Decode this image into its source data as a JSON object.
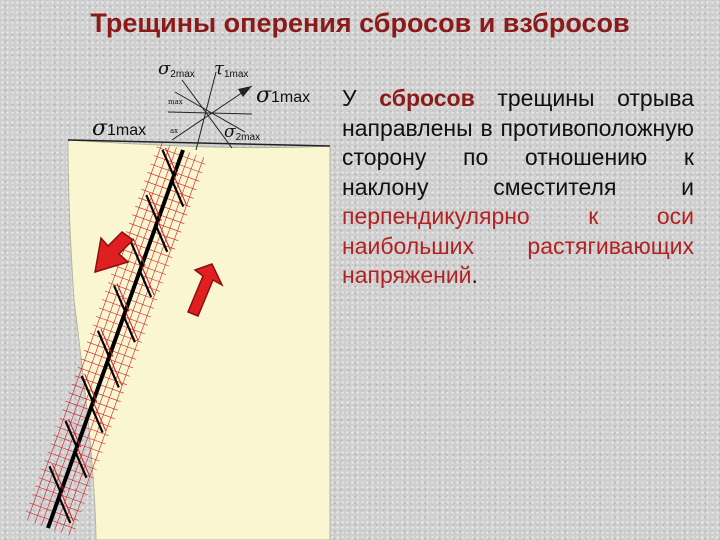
{
  "title": "Трещины оперения сбросов и взбросов",
  "paragraph": {
    "part1": "У ",
    "part2": "сбросов",
    "part3": " трещины отрыва направлены в противоположную сторону по отношению к наклону сместителя и ",
    "part4": "перпендикулярно к оси наибольших растягивающих напряжений",
    "part5": "."
  },
  "labels": {
    "sigma_symbol": "σ",
    "tau_symbol": "τ",
    "sigma2max_sub": "2max",
    "tau1max_sub": "1max",
    "sigma1max_big": "1max",
    "sigma1max_left": "1max",
    "sigma2max_lower_sub": "2max",
    "tiny_max": "max",
    "tiny_ax": "ax"
  },
  "colors": {
    "title": "#8b1a1a",
    "highlight_red": "#b22222",
    "rock_fill": "#fbf6d2",
    "fault_line": "#000000",
    "fracture_red": "#cc1f1f",
    "arrow_red": "#e02020"
  }
}
